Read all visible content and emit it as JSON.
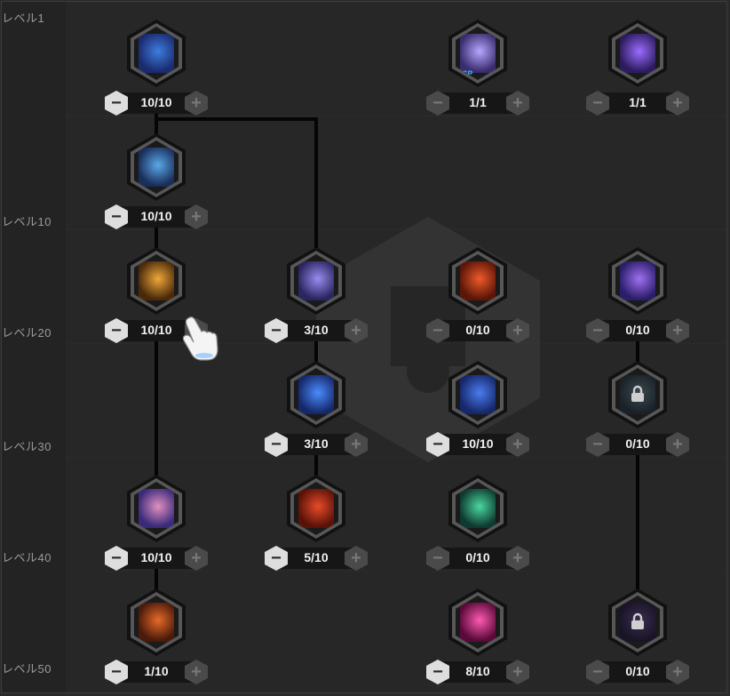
{
  "levels": [
    "レベル1",
    "レベル10",
    "レベル20",
    "レベル30",
    "レベル40",
    "レベル50"
  ],
  "skills": [
    {
      "id": "s1",
      "value": "10/10",
      "colors": [
        "#1c2a6e",
        "#3d7de0"
      ],
      "minus": true,
      "plus": false,
      "sp": false,
      "locked": false
    },
    {
      "id": "s2",
      "value": "1/1",
      "colors": [
        "#3a2c6e",
        "#b6a8ff"
      ],
      "minus": false,
      "plus": false,
      "sp": true,
      "sp_label": "SP",
      "locked": false
    },
    {
      "id": "s3",
      "value": "1/1",
      "colors": [
        "#2c1c5e",
        "#9c6cff"
      ],
      "minus": false,
      "plus": false,
      "sp": false,
      "locked": false
    },
    {
      "id": "s4",
      "value": "10/10",
      "colors": [
        "#1a2e5a",
        "#5aa8e8"
      ],
      "minus": true,
      "plus": false,
      "sp": false,
      "locked": false
    },
    {
      "id": "s5",
      "value": "10/10",
      "colors": [
        "#4a2a0a",
        "#f0a83a"
      ],
      "minus": true,
      "plus": false,
      "sp": false,
      "locked": false
    },
    {
      "id": "s6",
      "value": "3/10",
      "colors": [
        "#2a2660",
        "#9a8cf0"
      ],
      "minus": true,
      "plus": false,
      "sp": false,
      "locked": false
    },
    {
      "id": "s7",
      "value": "0/10",
      "colors": [
        "#5a1608",
        "#f05a2a"
      ],
      "minus": false,
      "plus": false,
      "sp": false,
      "locked": false
    },
    {
      "id": "s8",
      "value": "0/10",
      "colors": [
        "#2a1e6a",
        "#a070f0"
      ],
      "minus": false,
      "plus": false,
      "sp": false,
      "locked": false
    },
    {
      "id": "s9",
      "value": "3/10",
      "colors": [
        "#16286a",
        "#4a8cff"
      ],
      "minus": true,
      "plus": false,
      "sp": false,
      "locked": false
    },
    {
      "id": "s10",
      "value": "10/10",
      "colors": [
        "#16286a",
        "#4a7cf0"
      ],
      "minus": true,
      "plus": false,
      "sp": false,
      "locked": false
    },
    {
      "id": "s11",
      "value": "0/10",
      "colors": [
        "#1a2228",
        "#3a4a50"
      ],
      "minus": false,
      "plus": false,
      "sp": false,
      "locked": true
    },
    {
      "id": "s12",
      "value": "10/10",
      "colors": [
        "#3a2a7a",
        "#e090c0"
      ],
      "minus": true,
      "plus": false,
      "sp": false,
      "locked": false
    },
    {
      "id": "s13",
      "value": "5/10",
      "colors": [
        "#5a1208",
        "#e84a2a"
      ],
      "minus": true,
      "plus": false,
      "sp": false,
      "locked": false
    },
    {
      "id": "s14",
      "value": "0/10",
      "colors": [
        "#0e3a30",
        "#4ad8a0"
      ],
      "minus": false,
      "plus": false,
      "sp": false,
      "locked": false
    },
    {
      "id": "s15",
      "value": "1/10",
      "colors": [
        "#4a1a0a",
        "#e86a2a"
      ],
      "minus": true,
      "plus": false,
      "sp": false,
      "locked": false
    },
    {
      "id": "s16",
      "value": "8/10",
      "colors": [
        "#5a0a3a",
        "#ff5ab0"
      ],
      "minus": true,
      "plus": false,
      "sp": false,
      "locked": false
    },
    {
      "id": "s17",
      "value": "0/10",
      "colors": [
        "#1a1428",
        "#3a2e50"
      ],
      "minus": false,
      "plus": false,
      "sp": false,
      "locked": true
    }
  ]
}
